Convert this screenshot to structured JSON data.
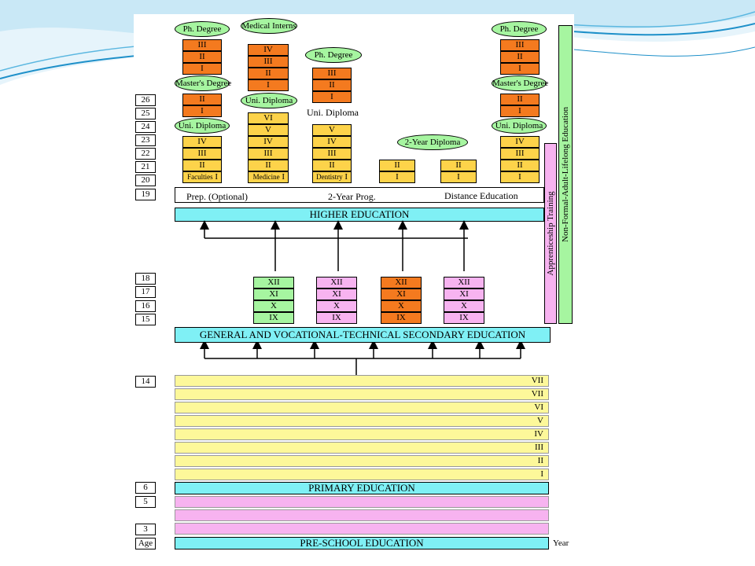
{
  "colors": {
    "orange": "#f47a1f",
    "yellow": "#fdd34a",
    "green": "#a6f5a0",
    "pink": "#f7b3f0",
    "cyan": "#7ff0f5",
    "lightyellow": "#fdf89a",
    "slide_accent": "#1e90c9"
  },
  "ages": {
    "a26": "26",
    "a25": "25",
    "a24": "24",
    "a23": "23",
    "a22": "22",
    "a21": "21",
    "a20": "20",
    "a19": "19",
    "a18": "18",
    "a17": "17",
    "a16": "16",
    "a15": "15",
    "a14": "14",
    "a6": "6",
    "a5": "5",
    "a3": "3",
    "age": "Age"
  },
  "bands": {
    "higher_education": "HIGHER EDUCATION",
    "secondary_education": "GENERAL AND VOCATIONAL-TECHNICAL SECONDARY EDUCATION",
    "primary_education": "PRIMARY EDUCATION",
    "pre_school_education": "PRE-SCHOOL EDUCATION",
    "year": "Year"
  },
  "prep_band": {
    "prep": "Prep. (Optional)",
    "two_year_prog": "2-Year Prog.",
    "distance": "Distance Education"
  },
  "side_bars": {
    "apprenticeship": "Apprenticeship Training",
    "nonformal": "Non-Formal-Adult-Lifelong Education"
  },
  "caps": {
    "phd": "Ph. Degree",
    "masters": "Master's Degree",
    "uni_diploma": "Uni. Diploma",
    "medical_interns": "Medical Interns",
    "two_year_diploma": "2-Year Diploma"
  },
  "labels": {
    "faculties": "Faculties",
    "medicine": "Medicine",
    "dentistry": "Dentistry",
    "uni_diploma_plain": "Uni. Diploma"
  },
  "roman": {
    "I": "I",
    "II": "II",
    "III": "III",
    "IV": "IV",
    "V": "V",
    "VI": "VI",
    "VII": "VII",
    "IX": "IX",
    "X": "X",
    "XI": "XI",
    "XII": "XII"
  }
}
